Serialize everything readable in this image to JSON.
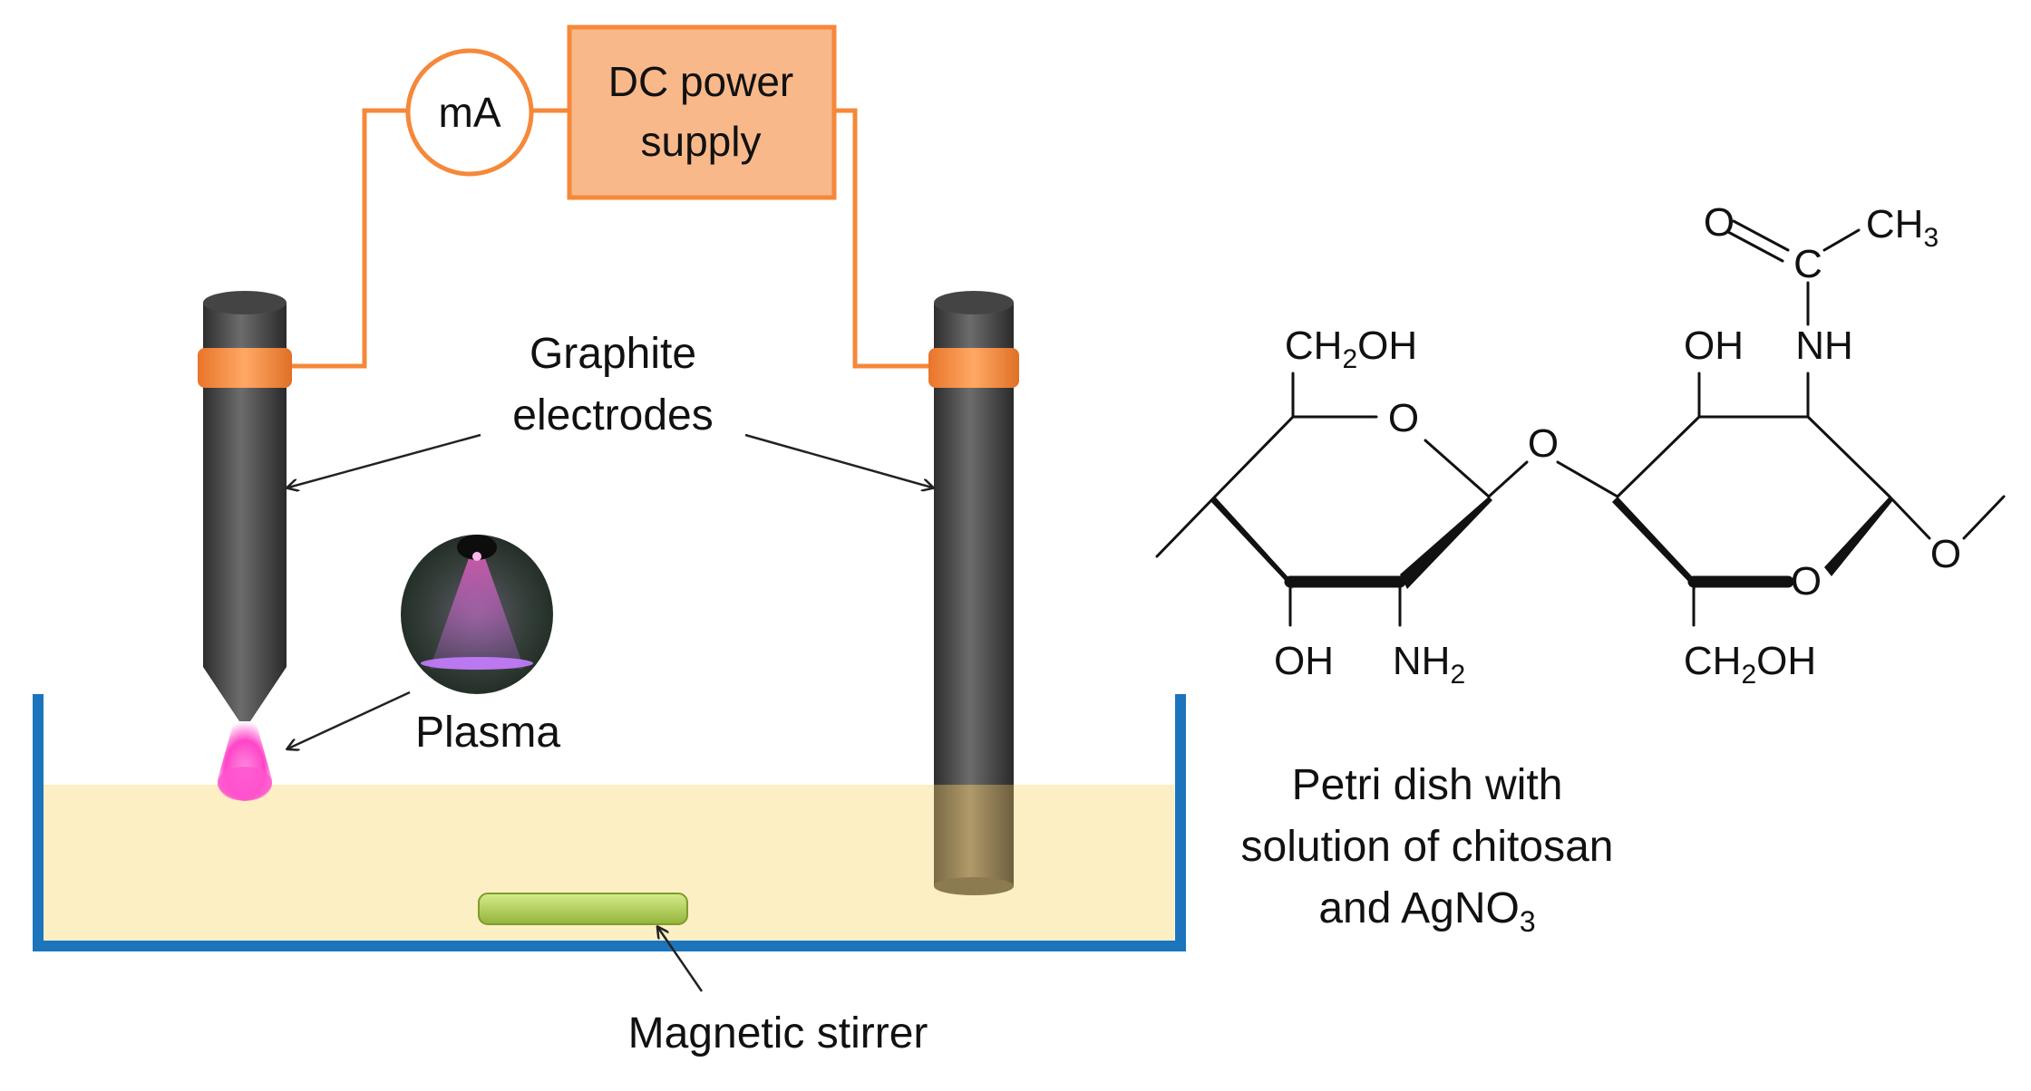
{
  "setup": {
    "ammeter_label": "mA",
    "power_supply_line1": "DC power",
    "power_supply_line2": "supply",
    "electrodes_line1": "Graphite",
    "electrodes_line2": "electrodes",
    "plasma_label": "Plasma",
    "stirrer_label": "Magnetic stirrer",
    "dish_line1": "Petri dish with",
    "dish_line2": "solution of chitosan",
    "dish_line3_main": "and AgNO",
    "dish_line3_sub": "3"
  },
  "molecule": {
    "ring1_top_group_a": "CH",
    "ring1_top_group_sub": "2",
    "ring1_top_group_b": "OH",
    "ring1_oxygen": "O",
    "bridge_oxygen": "O",
    "ring1_bottom_left": "OH",
    "ring1_bottom_right_a": "NH",
    "ring1_bottom_right_sub": "2",
    "ring2_top_left": "OH",
    "ring2_top_right": "NH",
    "acetyl_oxygen": "O",
    "acetyl_carbon": "C",
    "acetyl_methyl_a": "CH",
    "acetyl_methyl_sub": "3",
    "ring2_oxygen": "O",
    "ring2_bottom_a": "CH",
    "ring2_bottom_sub": "2",
    "ring2_bottom_b": "OH",
    "terminal_oxygen": "O"
  },
  "colors": {
    "wire": "#f5883a",
    "power_box_fill": "#f8b889",
    "dish": "#1c75bc",
    "solution": "#fcefc4",
    "electrode": "#4a4a4a",
    "plasma": "#ff4fd0",
    "stirrer": "#b5d35a"
  }
}
